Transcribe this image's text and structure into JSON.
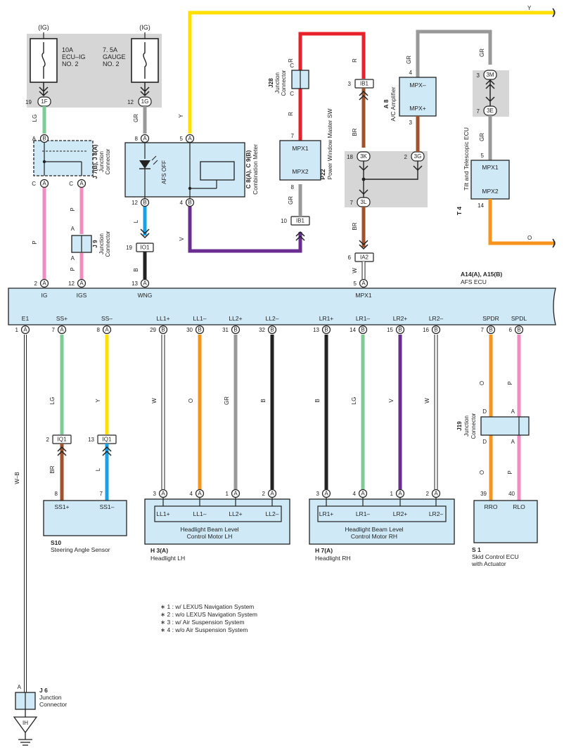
{
  "fuses": {
    "left": {
      "ig": "(IG)",
      "amp": "10A",
      "name1": "ECU–IG",
      "name2": "NO. 2",
      "pin": "19",
      "conn": "1F"
    },
    "right": {
      "ig": "(IG)",
      "amp": "7. 5A",
      "name1": "GAUGE",
      "name2": "NO. 2",
      "pin": "12",
      "conn": "1G"
    }
  },
  "wire_colors": {
    "LG": "#7ecb97",
    "GR": "#999999",
    "Y": "#ffe000",
    "R": "#e8202a",
    "BR": "#a0522d",
    "P": "#f08cbf",
    "L": "#1aa0e6",
    "B": "#222222",
    "V": "#6a2d91",
    "O": "#f7941d",
    "W": "#ffffff"
  },
  "wire_labels": {
    "lg1": "LG",
    "gr1": "GR",
    "y1": "Y",
    "y_top": "Y",
    "r1": "R",
    "r2": "R",
    "r3": "R",
    "gr_pw": "GR",
    "br1": "BR",
    "br2": "BR",
    "gr_amp": "GR",
    "gr_amp2": "GR",
    "gr_tilt1": "GR",
    "gr_tilt2": "GR",
    "o_tilt": "O",
    "p1": "P",
    "p2": "P",
    "p3": "P",
    "l1": "L",
    "b1": "B",
    "v1": "V",
    "w1": "W",
    "wb": "W–B"
  },
  "connectors": {
    "j7j8": {
      "id": "J 7(B), J 8(A)",
      "name1": "Junction",
      "name2": "Connector"
    },
    "j9": {
      "id": "J 9",
      "name1": "Junction",
      "name2": "Connector"
    },
    "j28": {
      "id": "J28",
      "name1": "Junction",
      "name2": "Connector"
    },
    "j19": {
      "id": "J19",
      "name1": "Junction",
      "name2": "Connector"
    },
    "j6": {
      "id": "J 6",
      "name1": "Junction",
      "name2": "Connector"
    },
    "ih": "IH"
  },
  "combination_meter": {
    "id": "C 8(A), C 9(B)",
    "name": "Combination Meter",
    "indicator": "AFS OFF"
  },
  "power_window": {
    "id": "P22",
    "name": "Power Window Master SW",
    "mpx1": "MPX1",
    "mpx2": "MPX2"
  },
  "ac_amp": {
    "id": "A 8",
    "name": "A/C Amplifier",
    "mpxm": "MPX–",
    "mpxp": "MPX+"
  },
  "tilt": {
    "id": "T 4",
    "name": "Tilt and Telescopic ECU",
    "mpx1": "MPX1",
    "mpx2": "MPX2"
  },
  "afs_ecu": {
    "id": "A14(A), A15(B)",
    "name": "AFS ECU",
    "top_pins": [
      {
        "label": "IG",
        "pin": "2",
        "conn": "A"
      },
      {
        "label": "IGS",
        "pin": "12",
        "conn": "A"
      },
      {
        "label": "WNG",
        "pin": "13",
        "conn": "A"
      },
      {
        "label": "MPX1",
        "pin": "5",
        "conn": "A"
      }
    ],
    "bottom_pins": [
      {
        "label": "E1",
        "pin": "1",
        "conn": "A",
        "wire": "W–B"
      },
      {
        "label": "SS+",
        "pin": "7",
        "conn": "A",
        "wire": "LG"
      },
      {
        "label": "SS–",
        "pin": "8",
        "conn": "A",
        "wire": "Y"
      },
      {
        "label": "LL1+",
        "pin": "29",
        "conn": "B",
        "wire": "W"
      },
      {
        "label": "LL1–",
        "pin": "30",
        "conn": "B",
        "wire": "O"
      },
      {
        "label": "LL2+",
        "pin": "31",
        "conn": "B",
        "wire": "GR"
      },
      {
        "label": "LL2–",
        "pin": "32",
        "conn": "B",
        "wire": "B"
      },
      {
        "label": "LR1+",
        "pin": "13",
        "conn": "B",
        "wire": "B"
      },
      {
        "label": "LR1–",
        "pin": "14",
        "conn": "B",
        "wire": "LG"
      },
      {
        "label": "LR2+",
        "pin": "15",
        "conn": "B",
        "wire": "V"
      },
      {
        "label": "LR2–",
        "pin": "16",
        "conn": "B",
        "wire": "W"
      },
      {
        "label": "SPDR",
        "pin": "7",
        "conn": "B",
        "wire": "O"
      },
      {
        "label": "SPDL",
        "pin": "6",
        "conn": "B",
        "wire": "P"
      }
    ]
  },
  "steering_sensor": {
    "id": "S10",
    "name": "Steering Angle Sensor",
    "pins": [
      {
        "label": "SS1+",
        "pin": "8",
        "wire": "BR"
      },
      {
        "label": "SS1–",
        "pin": "7",
        "wire": "L"
      }
    ],
    "conn_pins": [
      {
        "pin": "2",
        "conn": "IQ1"
      },
      {
        "pin": "13",
        "conn": "IQ1"
      }
    ]
  },
  "headlight_lh": {
    "id": "H 3(A)",
    "name": "Headlight LH",
    "motor1": "Headlight Beam Level",
    "motor2": "Control Motor LH",
    "pins": [
      {
        "label": "LL1+",
        "pin": "3",
        "conn": "A"
      },
      {
        "label": "LL1–",
        "pin": "4",
        "conn": "A"
      },
      {
        "label": "LL2+",
        "pin": "1",
        "conn": "A"
      },
      {
        "label": "LL2–",
        "pin": "2",
        "conn": "A"
      }
    ]
  },
  "headlight_rh": {
    "id": "H 7(A)",
    "name": "Headlight RH",
    "motor1": "Headlight Beam Level",
    "motor2": "Control Motor RH",
    "pins": [
      {
        "label": "LR1+",
        "pin": "3",
        "conn": "A"
      },
      {
        "label": "LR1–",
        "pin": "4",
        "conn": "A"
      },
      {
        "label": "LR2+",
        "pin": "1",
        "conn": "A"
      },
      {
        "label": "LR2–",
        "pin": "2",
        "conn": "A"
      }
    ]
  },
  "skid_ecu": {
    "id": "S 1",
    "name1": "Skid Control ECU",
    "name2": "with Actuator",
    "pins": [
      {
        "label": "RRO",
        "pin": "39",
        "wire": "O"
      },
      {
        "label": "RLO",
        "pin": "40",
        "wire": "P"
      }
    ]
  },
  "small_conns": {
    "io1": "IO1",
    "ib1a": "IB1",
    "ib1b": "IB1",
    "ia2": "IA2",
    "c": "C",
    "c3k": "3K",
    "c3l": "3L",
    "c3g": "3G",
    "c3m": "3M",
    "c3e": "3E"
  },
  "notes": [
    "∗ 1 : w/ LEXUS Navigation System",
    "∗ 2 : w/o LEXUS Navigation System",
    "∗ 3 : w/ Air Suspension System",
    "∗ 4 : w/o Air Suspension System"
  ]
}
